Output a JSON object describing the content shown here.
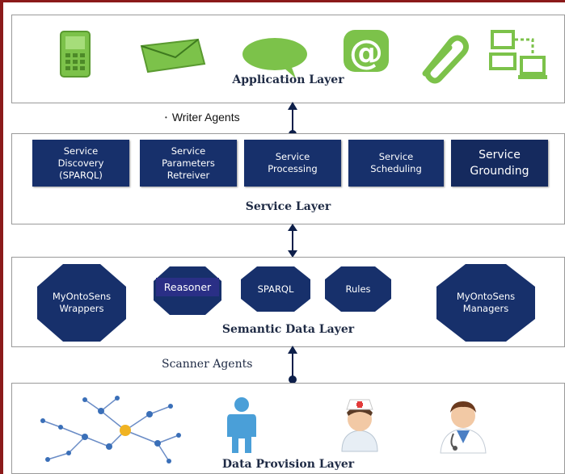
{
  "application_layer": {
    "title": "Application Layer"
  },
  "writer_agents": {
    "label": "Writer Agents",
    "bullet": "•"
  },
  "service_layer": {
    "title": "Service Layer",
    "services": [
      "Service\nDiscovery\n(SPARQL)",
      "Service\nParameters\nRetreiver",
      "Service\nProcessing",
      "Service\nScheduling",
      "Service\nGrounding"
    ]
  },
  "semantic_data_layer": {
    "title": "Semantic Data Layer",
    "components": [
      "MyOntoSens\nWrappers",
      "Reasoner",
      "SPARQL",
      "Rules",
      "MyOntoSens\nManagers"
    ]
  },
  "scanner_agents": {
    "label": "Scanner Agents"
  },
  "data_provision_layer": {
    "title": "Data Provision Layer"
  },
  "colors": {
    "frame": "#8b1a1a",
    "service_box": "#17306b",
    "octagon": "#17306b",
    "icon_green": "#7cc24a",
    "arrow": "#0d1f4a"
  },
  "icons": [
    "mobile-phone-icon",
    "envelope-icon",
    "speech-bubble-icon",
    "at-sign-icon",
    "paperclip-icon",
    "network-computers-icon",
    "network-graph-icon",
    "person-icon",
    "nurse-icon",
    "doctor-icon"
  ]
}
